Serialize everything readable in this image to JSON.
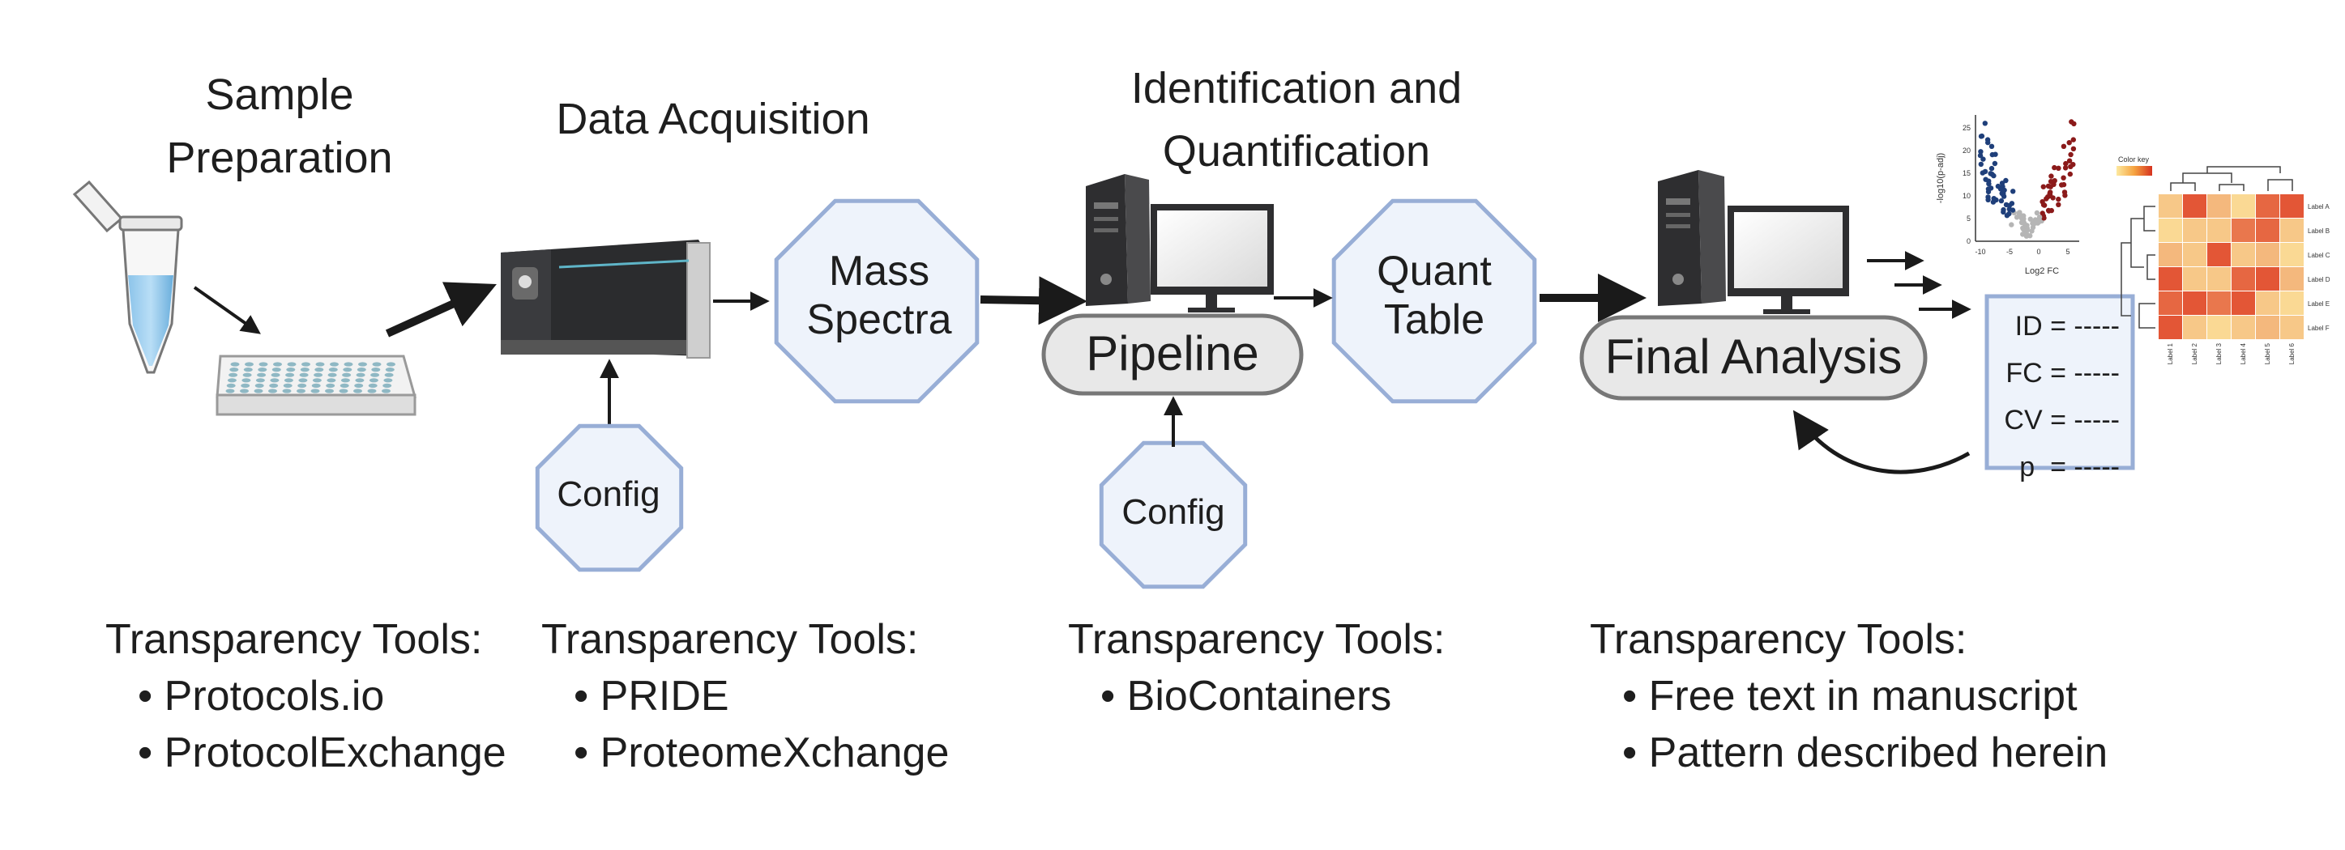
{
  "stages": [
    {
      "id": "sample-prep",
      "title_lines": [
        "Sample",
        "Preparation"
      ]
    },
    {
      "id": "data-acq",
      "title_lines": [
        "Data Acquisition"
      ]
    },
    {
      "id": "id-quant",
      "title_lines": [
        "Identification and",
        "Quantification"
      ]
    }
  ],
  "nodes": {
    "mass_spectra": [
      "Mass",
      "Spectra"
    ],
    "quant_table": [
      "Quant",
      "Table"
    ],
    "config_1": "Config",
    "config_2": "Config",
    "pipeline": "Pipeline",
    "final_analysis": "Final Analysis"
  },
  "stats_box": {
    "lines": [
      "ID = -----",
      "FC = -----",
      "CV = -----",
      "p  = -----"
    ]
  },
  "tools": [
    {
      "heading": "Transparency Tools:",
      "items": [
        "• Protocols.io",
        "• ProtocolExchange"
      ]
    },
    {
      "heading": "Transparency Tools:",
      "items": [
        "• PRIDE",
        "• ProteomeXchange"
      ]
    },
    {
      "heading": "Transparency Tools:",
      "items": [
        "• BioContainers"
      ]
    },
    {
      "heading": "Transparency Tools:",
      "items": [
        "• Free text in manuscript",
        "• Pattern described herein"
      ]
    }
  ],
  "mini_plots": {
    "volcano": {
      "ylabel": "-log10(p-adj)",
      "xlabel": "Log2 FC",
      "yticks": [
        "0",
        "5",
        "10",
        "15",
        "20",
        "25"
      ],
      "xticks": [
        "-10",
        "-5",
        "0",
        "5"
      ]
    },
    "heatmap": {
      "color_key": "Color key",
      "row_labels": [
        "Label A",
        "Label B",
        "Label C",
        "Label D",
        "Label E",
        "Label F"
      ],
      "col_labels": [
        "Label 1",
        "Label 2",
        "Label 3",
        "Label 4",
        "Label 5",
        "Label 6"
      ]
    }
  },
  "colors": {
    "octagon_fill": "#eef3fb",
    "octagon_stroke": "#98aed6",
    "pill_fill": "#e8e8e8",
    "pill_stroke": "#777777",
    "arrow": "#1a1a1a",
    "volcano_up": "#8b1a1a",
    "volcano_down": "#1f3f7a",
    "heat_low": "#fde9a0",
    "heat_high": "#e0462a"
  }
}
